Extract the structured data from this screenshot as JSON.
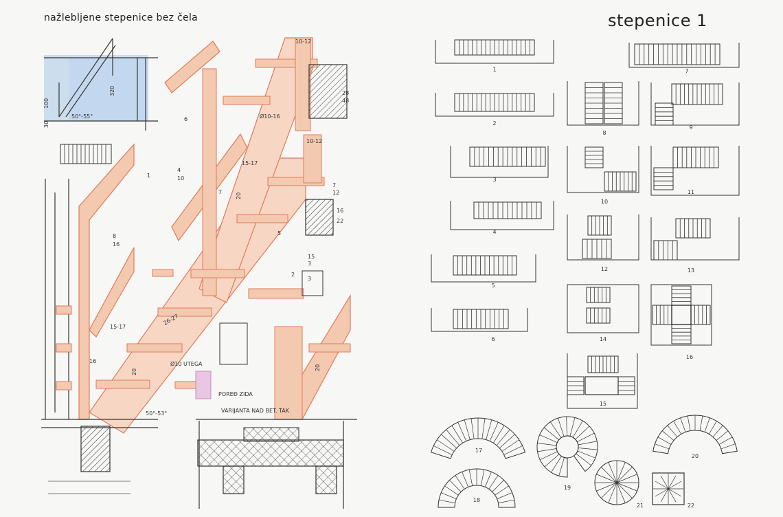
{
  "header": {
    "left_title": "nažlebljene stepenice bez čela",
    "right_title": "stepenice 1"
  },
  "left_annotations": {
    "dims": [
      "10-12",
      "10-12",
      "15-17",
      "15-17",
      "20",
      "20",
      "20",
      "26-27",
      "28",
      "48",
      "16",
      "22",
      "7",
      "12",
      "320",
      "100",
      "30",
      "8",
      "16",
      "4",
      "10",
      "7",
      "5",
      "6",
      "16",
      "2",
      "1",
      "3",
      "Ø10-16",
      "15",
      "3"
    ],
    "angle_main": "50°-53°",
    "angle_small": "50°-55°",
    "anchor_label": "Ø10 UTEGA",
    "wall_label": "POREĐ\nZIDA",
    "variant_label": "VARIJANTA\nNAD BET. TAK"
  },
  "plans": [
    {
      "n": "1"
    },
    {
      "n": "2"
    },
    {
      "n": "3"
    },
    {
      "n": "4"
    },
    {
      "n": "5"
    },
    {
      "n": "6"
    },
    {
      "n": "7"
    },
    {
      "n": "8"
    },
    {
      "n": "9"
    },
    {
      "n": "10"
    },
    {
      "n": "11"
    },
    {
      "n": "12"
    },
    {
      "n": "13"
    },
    {
      "n": "14"
    },
    {
      "n": "15"
    },
    {
      "n": "16"
    },
    {
      "n": "17"
    },
    {
      "n": "18"
    },
    {
      "n": "19"
    },
    {
      "n": "20"
    },
    {
      "n": "21"
    },
    {
      "n": "22"
    }
  ],
  "colors": {
    "wood": "#f3c9b0",
    "wood_edge": "#e07a5a",
    "water": "#a9c8e8",
    "ink": "#2b2b2b"
  }
}
